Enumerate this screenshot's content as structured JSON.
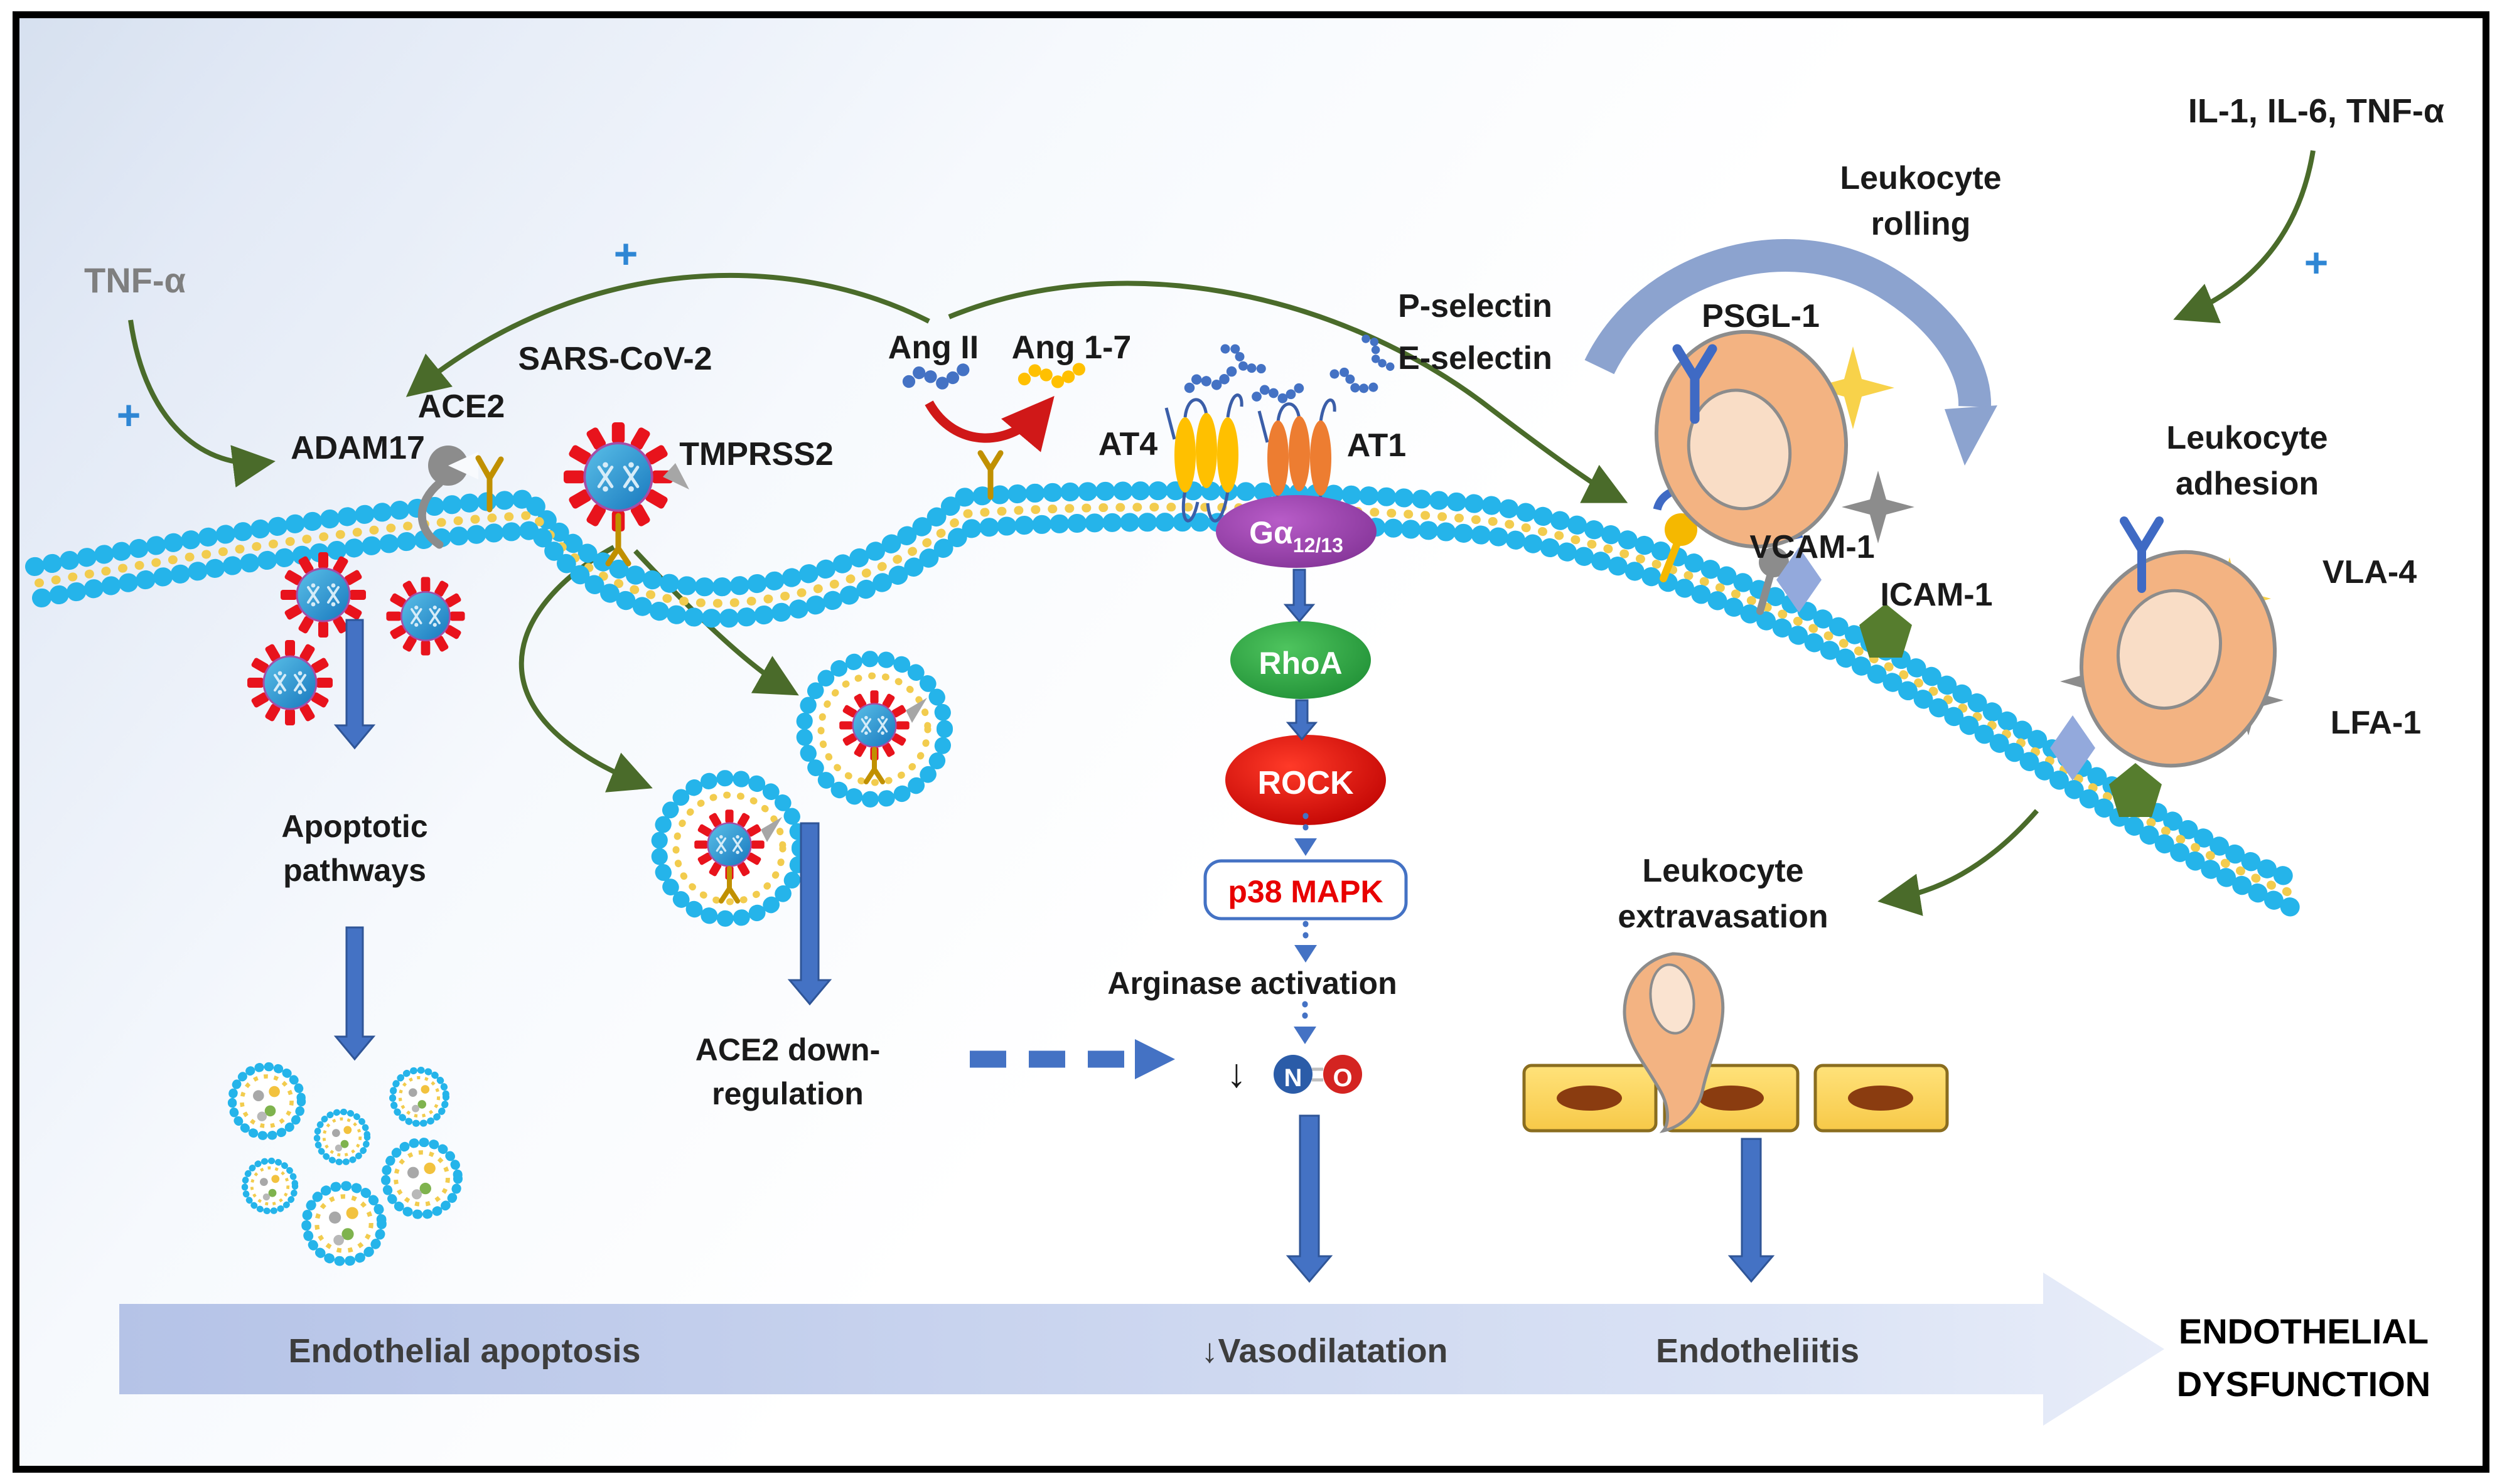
{
  "labels": {
    "tnf_alpha": "TNF-α",
    "plus_left": "+",
    "plus_mid": "+",
    "plus_right": "+",
    "adam17": "ADAM17",
    "ace2": "ACE2",
    "sars_cov_2": "SARS-CoV-2",
    "tmprss2": "TMPRSS2",
    "ang_ii": "Ang II",
    "ang_1_7": "Ang 1-7",
    "at4": "AT4",
    "at1": "AT1",
    "g_alpha": "Gα",
    "g_alpha_sub": "12/13",
    "rhoa": "RhoA",
    "rock": "ROCK",
    "p38_mapk": "p38 MAPK",
    "arginase_activation": "Arginase activation",
    "no_decrease_arrow": "↓",
    "nitrogen": "N",
    "oxygen": "O",
    "ace2_downregulation": "ACE2 down-regulation",
    "apoptotic_pathways": "Apoptotic pathways",
    "p_selectin": "P-selectin",
    "e_selectin": "E-selectin",
    "psgl1": "PSGL-1",
    "leukocyte_rolling": "Leukocyte rolling",
    "leukocyte_adhesion": "Leukocyte adhesion",
    "leukocyte_extravasation": "Leukocyte extravasation",
    "cytokines": "IL-1, IL-6, TNF-α",
    "vcam1": "VCAM-1",
    "icam1": "ICAM-1",
    "vla4": "VLA-4",
    "lfa1": "LFA-1",
    "bar_endothelial_apoptosis": "Endothelial apoptosis",
    "bar_vasodilatation": "↓Vasodilatation",
    "bar_endotheliitis": "Endotheliitis",
    "endothelial_dysfunction": "ENDOTHELIAL DYSFUNCTION"
  },
  "colors": {
    "membrane_bead": "#25b4ea",
    "membrane_link": "#f2cc4e",
    "arrow_blue": "#4472c4",
    "arrow_blue_edge": "#2f5597",
    "arrow_green": "#4a6b2a",
    "plus_blue": "#2e86d4",
    "virus_spike": "#e8131c",
    "galpha_fill": "#8e3ba2",
    "rhoa_fill": "#28a03c",
    "rock_fill": "#d40000",
    "p38_border": "#4472c4",
    "bar_start": "#b5c3e7",
    "bar_end": "#e8edf9",
    "leukocyte_fill": "#f3b382",
    "leukocyte_nucleus": "#f9ddc6",
    "endothelial_cell": "#ffd95e",
    "endothelial_nucleus": "#8a3c10",
    "n_circle": "#2b5ca8",
    "o_circle": "#d42421",
    "receptor_blue": "#3f6ac4",
    "vla4_star": "#f8d24a",
    "lfa1_star": "#8c8c8c",
    "vcam_diamond": "#93a9dc",
    "icam_pentagon": "#567d2e",
    "p_selectin_dot": "#f5b800",
    "e_selectin_dot": "#8c8c8c",
    "rolling_band": "#8ca3cf",
    "at4_fill": "#ffc000",
    "at1_fill": "#ed7d31",
    "red_conversion": "#d01818",
    "ace2_receptor": "#c09000"
  }
}
